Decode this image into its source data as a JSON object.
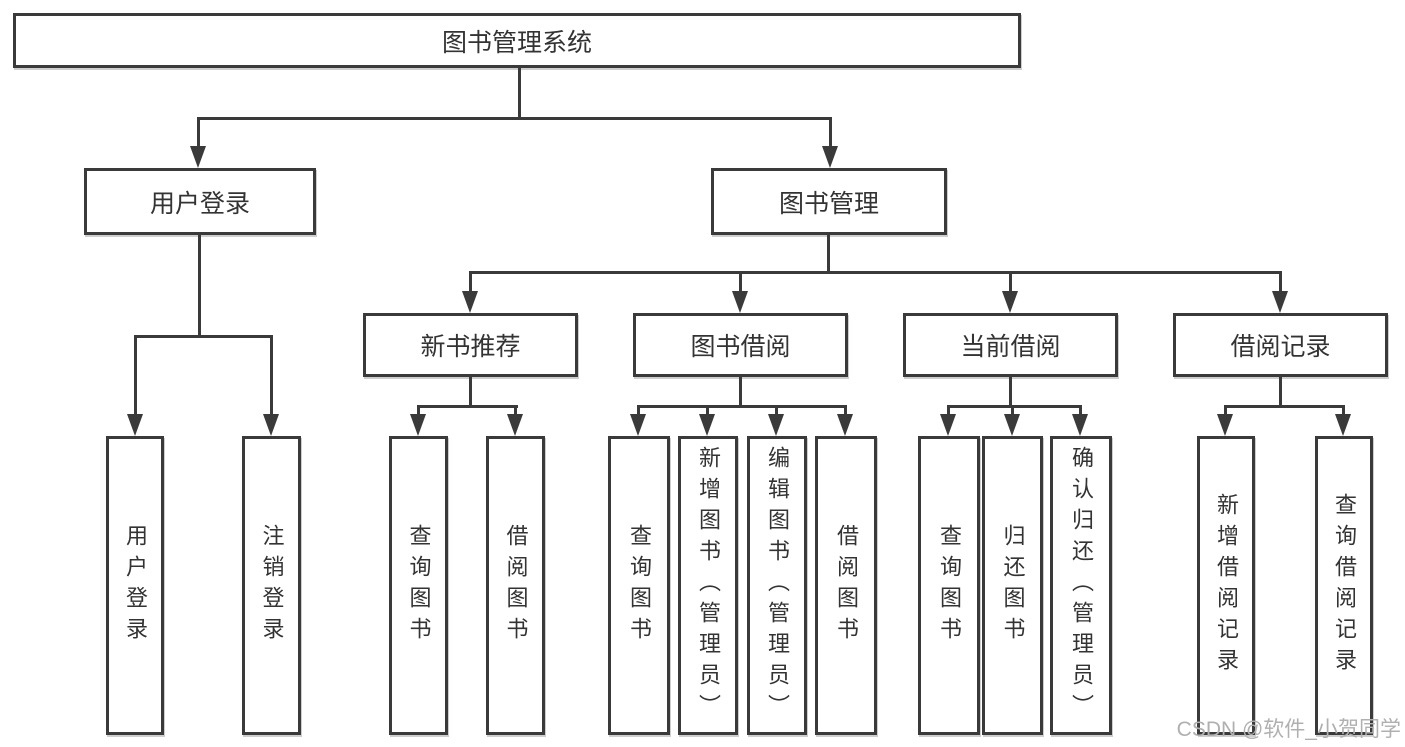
{
  "diagram": {
    "root": "图书管理系统",
    "branches": [
      {
        "label": "用户登录",
        "children": [
          "用户登录",
          "注销登录"
        ]
      },
      {
        "label": "图书管理",
        "children": [
          {
            "label": "新书推荐",
            "children": [
              "查询图书",
              "借阅图书"
            ]
          },
          {
            "label": "图书借阅",
            "children": [
              "查询图书",
              "新增图书（管理员）",
              "编辑图书（管理员）",
              "借阅图书"
            ]
          },
          {
            "label": "当前借阅",
            "children": [
              "查询图书",
              "归还图书",
              "确认归还（管理员）"
            ]
          },
          {
            "label": "借阅记录",
            "children": [
              "新增借阅记录",
              "查询借阅记录"
            ]
          }
        ]
      }
    ]
  },
  "watermark": "CSDN @软件_小贺同学",
  "colors": {
    "line": "#3a3a3a",
    "text": "#333333",
    "watermark": "#b0b0b0"
  }
}
